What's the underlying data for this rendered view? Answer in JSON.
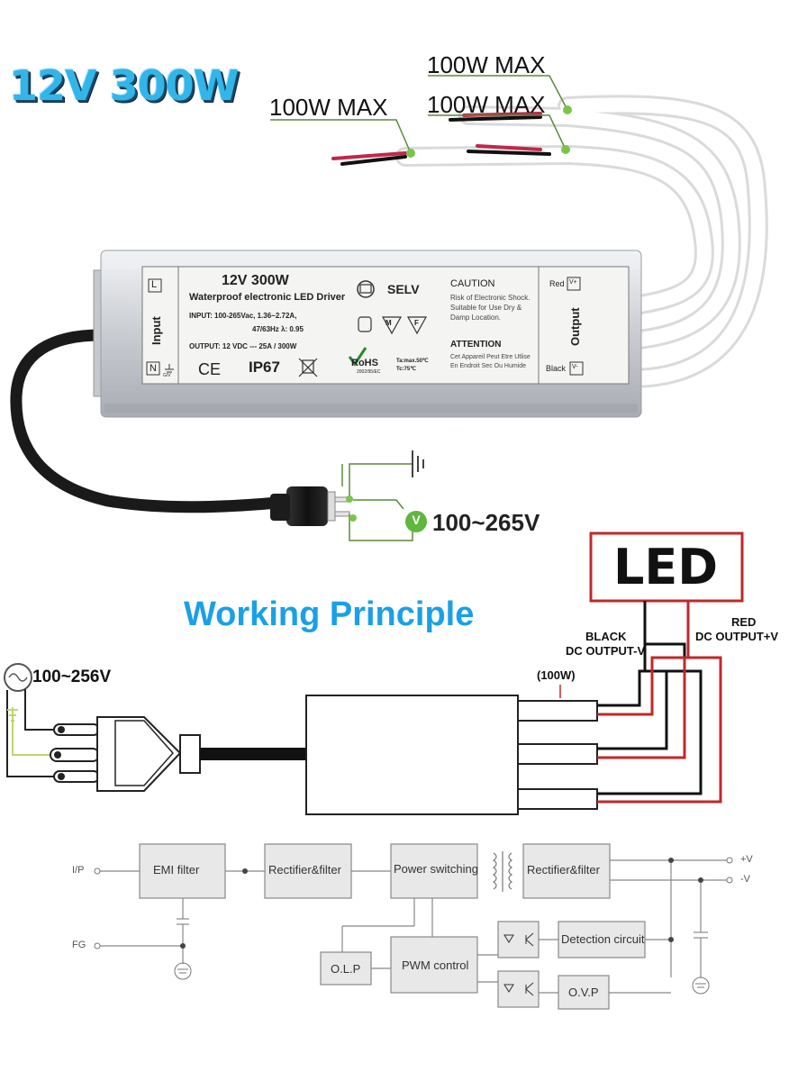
{
  "title": "12V 300W",
  "callouts": {
    "top": "100W MAX",
    "middle": "100W MAX",
    "left": "100W MAX"
  },
  "driver_label": {
    "input_label": "Input",
    "output_label": "Output",
    "terminal_l": "L",
    "terminal_n": "N",
    "terminal_gv": "G/V",
    "title": "12V  300W",
    "subtitle": "Waterproof electronic LED Driver",
    "input_spec_1": "INPUT: 100-265Vac, 1.36~2.72A,",
    "input_spec_2": "47/63Hz   λ: 0.95",
    "output_spec": "OUTPUT: 12 VDC   ---   25A / 300W",
    "ce": "CE",
    "ip": "IP67",
    "selv": "SELV",
    "rohs": "RoHS",
    "rohs_code": "2002/95/EC",
    "ta": "Ta:max.50℃",
    "tc": "Tc:75℃",
    "caution_title": "CAUTION",
    "caution_text_1": "Risk of Electronic Shock.",
    "caution_text_2": "Suitable for Use Dry &",
    "caution_text_3": "Damp Location.",
    "attention_title": "ATTENTION",
    "attention_text_1": "Cet Appareil Peut Etre Utlise",
    "attention_text_2": "En Endroit Sec Ou Humide",
    "red_label": "Red",
    "red_term": "V+",
    "black_label": "Black",
    "black_term": "V-",
    "m_mark": "M",
    "f_mark": "F"
  },
  "plug_voltage": "100~265V",
  "plug_voltage_icon": "V",
  "led_box": "LED",
  "section_title": "Working Principle",
  "wiring": {
    "input_voltage": "100~256V",
    "black_label_1": "BLACK",
    "black_label_2": "DC OUTPUT-V",
    "red_label_1": "RED",
    "red_label_2": "DC OUTPUT+V",
    "load_label": "(100W)"
  },
  "block_diagram": {
    "ip_label": "I/P",
    "fg_label": "FG",
    "plus_v": "+V",
    "minus_v": "-V",
    "emi": "EMI filter",
    "rect1": "Rectifier&filter",
    "power": "Power switching",
    "rect2": "Rectifier&filter",
    "olp": "O.L.P",
    "pwm": "PWM control",
    "detect": "Detection circuit",
    "ovp": "O.V.P"
  },
  "colors": {
    "title": "#33b5e8",
    "callout_line": "#5a8a3a",
    "callout_dot": "#7dc34a",
    "led_border": "#c0282a",
    "red_wire": "#c0282a",
    "wp_title": "#1aa0e6",
    "block_fill": "#e8e8e8"
  }
}
